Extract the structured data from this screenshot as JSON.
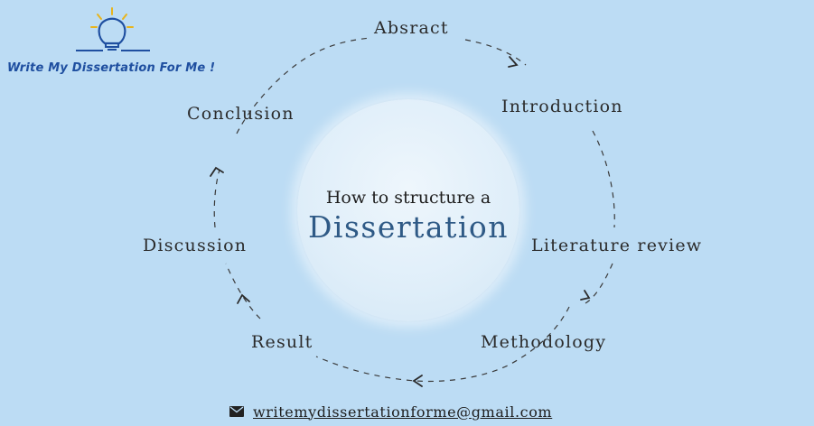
{
  "logo": {
    "text": "Write My Dissertation For Me !",
    "icon": "lightbulb-icon"
  },
  "center": {
    "subtitle": "How to  structure a",
    "title": "Dissertation"
  },
  "steps": {
    "abstract": "Absract",
    "introduction": "Introduction",
    "literature_review": "Literature review",
    "methodology": "Methodology",
    "result": "Result",
    "discussion": "Discussion",
    "conclusion": "Conclusion"
  },
  "footer": {
    "email": "writemydissertationforme@gmail.com",
    "icon": "mail-icon"
  },
  "colors": {
    "background": "#bcdcf4",
    "accent": "#2f5a86",
    "logo": "#1f4fa0"
  }
}
